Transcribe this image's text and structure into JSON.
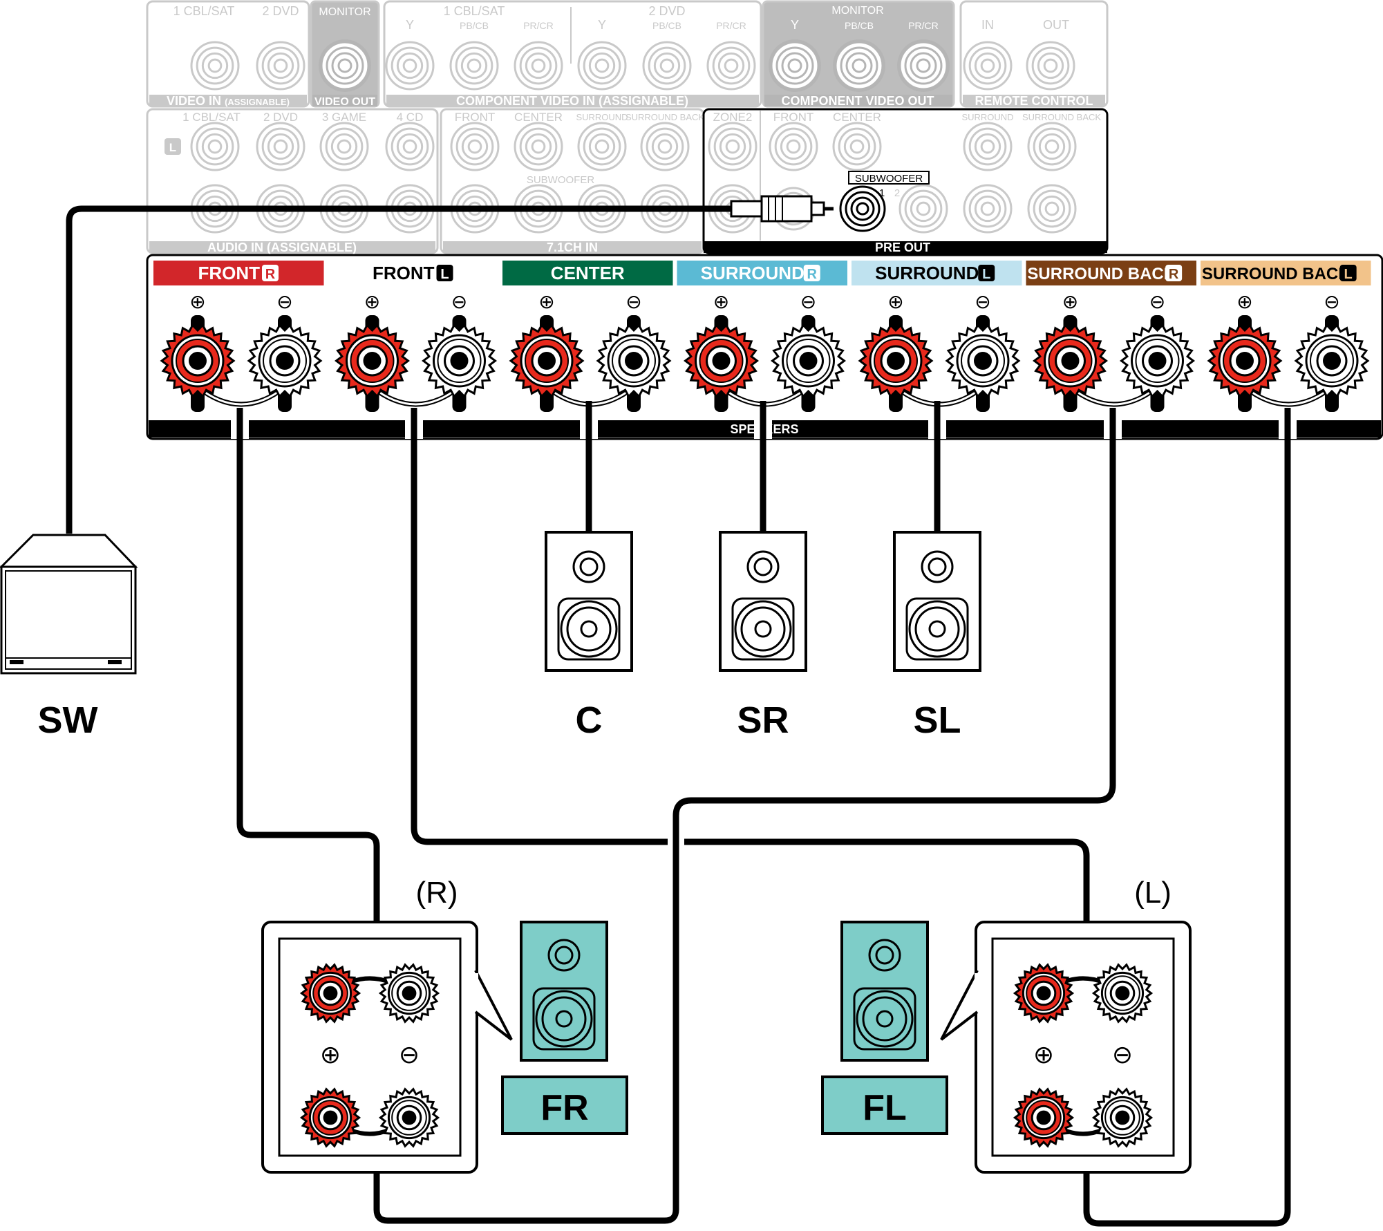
{
  "colors": {
    "faded": "#c9c9c9",
    "faded_fill": "#e3e3e3",
    "faded_dark": "#b5b5b5",
    "ink": "#000000",
    "terminal_red": "#e8291c",
    "terminal_white": "#ffffff",
    "teal": "#7ecdc8",
    "front_r": "#d2262a",
    "front_l": "#ffffff",
    "center": "#006a44",
    "surround_r": "#5bbad4",
    "surround_l": "#bfe2ef",
    "surround_back_r": "#7b3f14",
    "surround_back_l": "#f2c38a"
  },
  "receiver": {
    "video_in": {
      "inputs": [
        "1 CBL/SAT",
        "2 DVD"
      ],
      "monitor": "MONITOR",
      "section_label": "VIDEO IN",
      "section_sub": "(ASSIGNABLE)",
      "video_out_label": "VIDEO OUT"
    },
    "component_in": {
      "groups": [
        "1 CBL/SAT",
        "2 DVD"
      ],
      "channels": [
        "Y",
        "PB/CB",
        "PR/CR"
      ],
      "section_label": "COMPONENT VIDEO IN (ASSIGNABLE)"
    },
    "component_out": {
      "group": "MONITOR",
      "channels": [
        "Y",
        "PB/CB",
        "PR/CR"
      ],
      "section_label": "COMPONENT VIDEO OUT"
    },
    "remote": {
      "in": "IN",
      "out": "OUT",
      "section_label": "REMOTE CONTROL"
    },
    "audio_in": {
      "inputs": [
        "1 CBL/SAT",
        "2 DVD",
        "3 GAME",
        "4 CD"
      ],
      "l_badge": "L",
      "section_label": "AUDIO IN (ASSIGNABLE)"
    },
    "ch71_in": {
      "channels": [
        "FRONT",
        "CENTER",
        "SURROUND",
        "SURROUND BACK"
      ],
      "subwoofer": "SUBWOOFER",
      "section_label": "7.1CH IN"
    },
    "pre_out": {
      "zone2": "ZONE2",
      "channels": [
        "FRONT",
        "CENTER",
        "SURROUND",
        "SURROUND BACK"
      ],
      "subwoofer_box": "SUBWOOFER",
      "sub_port_1": "1",
      "sub_port_2": "2",
      "section_label": "PRE OUT"
    },
    "speakers": {
      "section_label": "SPEAKERS",
      "plus_symbol": "⊕",
      "minus_symbol": "⊖",
      "channels": [
        {
          "label": "FRONT",
          "badge": "R",
          "color_key": "front_r",
          "text_color": "#ffffff"
        },
        {
          "label": "FRONT",
          "badge": "L",
          "color_key": "front_l",
          "text_color": "#000000"
        },
        {
          "label": "CENTER",
          "badge": "",
          "color_key": "center",
          "text_color": "#ffffff"
        },
        {
          "label": "SURROUND",
          "badge": "R",
          "color_key": "surround_r",
          "text_color": "#ffffff"
        },
        {
          "label": "SURROUND",
          "badge": "L",
          "color_key": "surround_l",
          "text_color": "#000000"
        },
        {
          "label": "SURROUND BACK",
          "badge": "R",
          "color_key": "surround_back_r",
          "text_color": "#ffffff"
        },
        {
          "label": "SURROUND BACK",
          "badge": "L",
          "color_key": "surround_back_l",
          "text_color": "#000000"
        }
      ]
    }
  },
  "speakers_connected": {
    "subwoofer": "SW",
    "center": "C",
    "surround_right": "SR",
    "surround_left": "SL",
    "front_right": "FR",
    "front_left": "FL",
    "front_right_side": "(R)",
    "front_left_side": "(L)",
    "plus_symbol": "⊕",
    "minus_symbol": "⊖"
  }
}
